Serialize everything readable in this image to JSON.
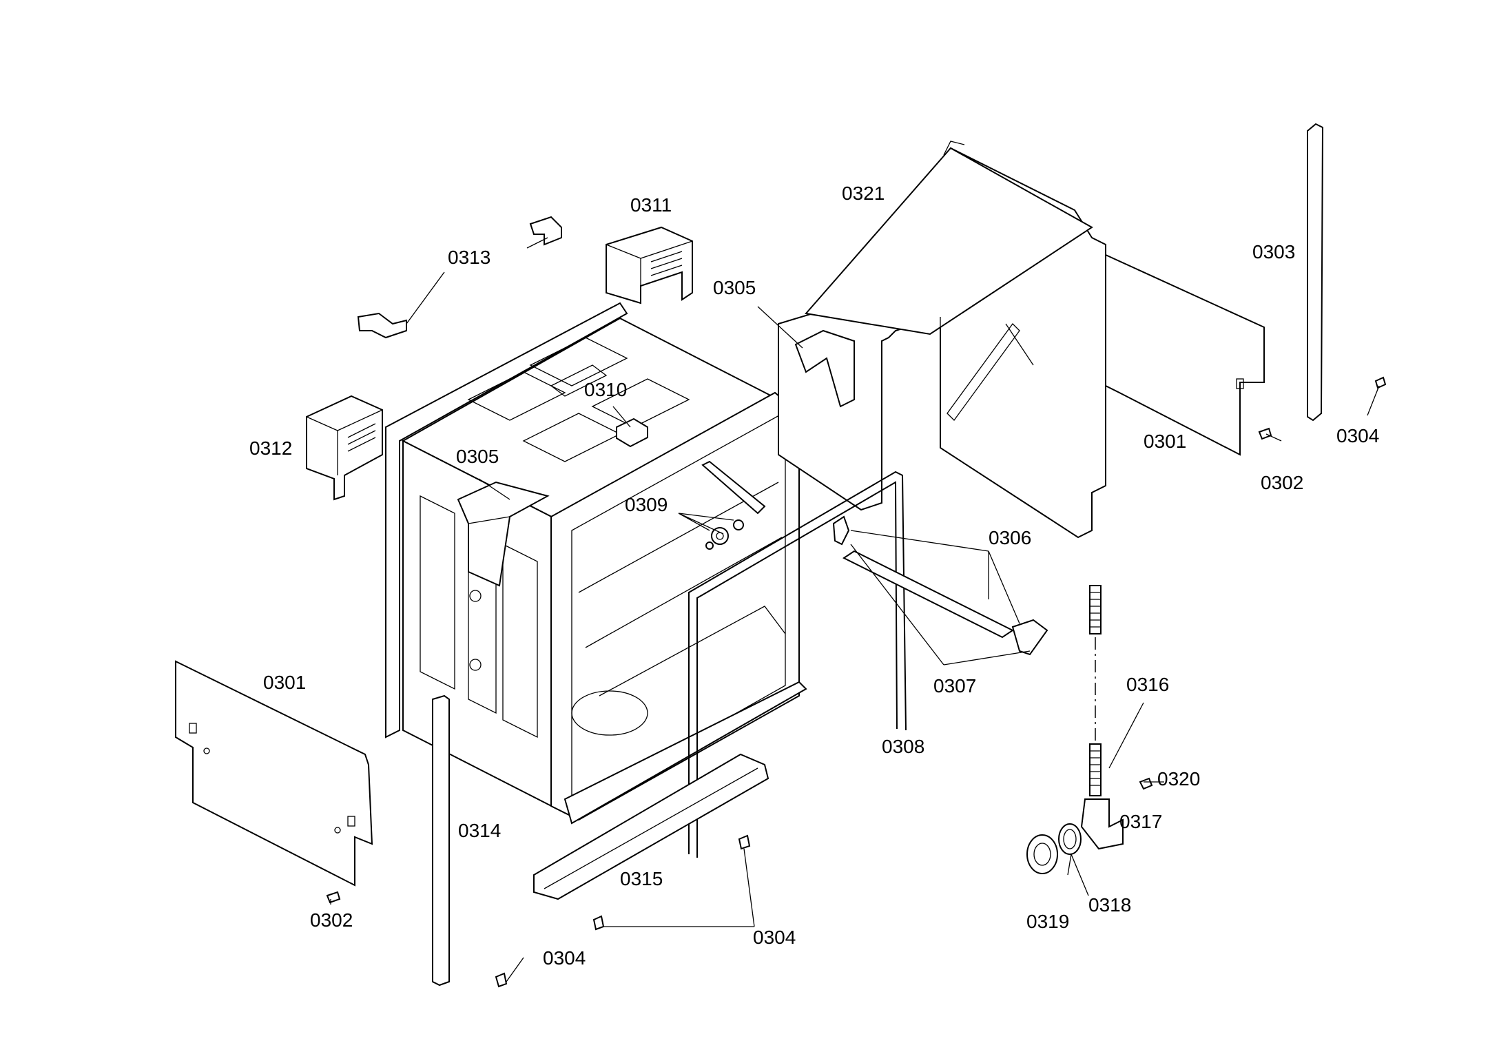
{
  "diagram": {
    "part_labels": {
      "p0301_left": "0301",
      "p0301_right": "0301",
      "p0302_left": "0302",
      "p0302_right": "0302",
      "p0303": "0303",
      "p0304_right": "0304",
      "p0304_bottom_mid": "0304",
      "p0304_bottom_left": "0304",
      "p0305_left": "0305",
      "p0305_right": "0305",
      "p0306": "0306",
      "p0307": "0307",
      "p0308": "0308",
      "p0309": "0309",
      "p0310": "0310",
      "p0311": "0311",
      "p0312": "0312",
      "p0313": "0313",
      "p0314": "0314",
      "p0315": "0315",
      "p0316": "0316",
      "p0317": "0317",
      "p0318": "0318",
      "p0319": "0319",
      "p0320": "0320",
      "p0321": "0321"
    }
  }
}
